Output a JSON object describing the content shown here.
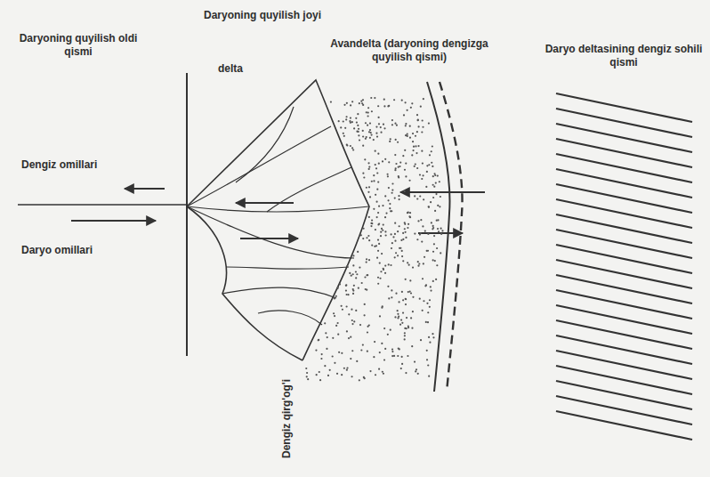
{
  "diagram": {
    "labels": [
      "Daryoning quyilish joyi",
      "Daryoning quyilish oldi qismi",
      "delta",
      "Avandelta (daryoning dengizga quyilish qismi)",
      "Daryo deltasining dengiz sohili qismi",
      "Dengiz omillari",
      "Daryo omillari",
      "Dengiz qirg'og'i"
    ]
  }
}
